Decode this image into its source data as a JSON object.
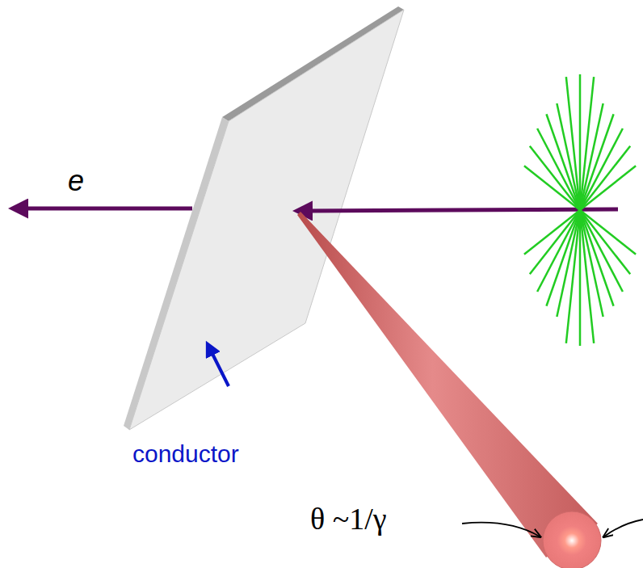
{
  "diagram": {
    "labels": [
      "e",
      "conductor",
      "θ ~1/γ"
    ]
  }
}
